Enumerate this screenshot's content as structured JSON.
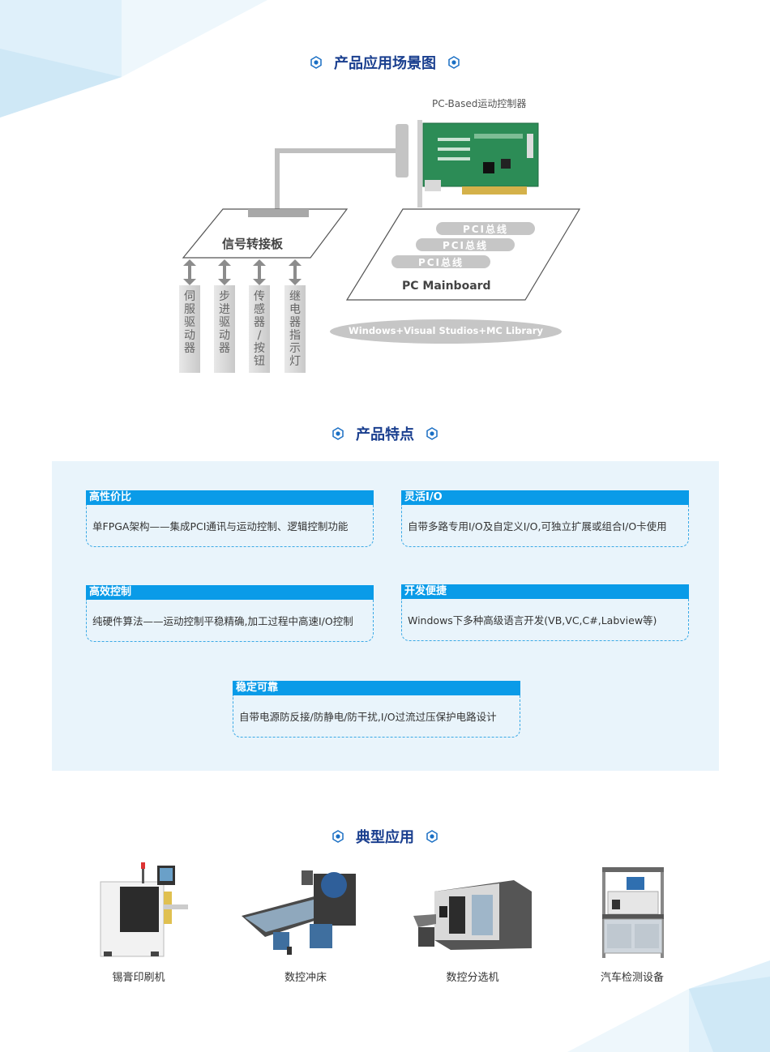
{
  "sections": {
    "scene_title": "产品应用场景图",
    "features_title": "产品特点",
    "apps_title": "典型应用"
  },
  "scene": {
    "card_caption": "PC-Based运动控制器",
    "adapter_label": "信号转接板",
    "mainboard_label": "PC Mainboard",
    "bus_labels": [
      "PCI总线",
      "PCI总线",
      "PCI总线"
    ],
    "software_label": "Windows+Visual Studios+MC Library",
    "devices": [
      [
        "伺",
        "服",
        "驱",
        "动",
        "器"
      ],
      [
        "步",
        "进",
        "驱",
        "动",
        "器"
      ],
      [
        "传",
        "感",
        "器",
        "/",
        "按",
        "钮"
      ],
      [
        "继",
        "电",
        "器",
        "指",
        "示",
        "灯"
      ]
    ]
  },
  "features": [
    {
      "title": "高性价比",
      "text": "单FPGA架构——集成PCI通讯与运动控制、逻辑控制功能"
    },
    {
      "title": "灵活I/O",
      "text": "自带多路专用I/O及自定义I/O,可独立扩展或组合I/O卡使用"
    },
    {
      "title": "高效控制",
      "text": "纯硬件算法——运动控制平稳精确,加工过程中高速I/O控制"
    },
    {
      "title": "开发便捷",
      "text": "Windows下多种高级语言开发(VB,VC,C#,Labview等)"
    },
    {
      "title": "稳定可靠",
      "text": "自带电源防反接/防静电/防干扰,I/O过流过压保护电路设计"
    }
  ],
  "apps": [
    {
      "label": "锡膏印刷机",
      "icon": "solder-paste-printer-image"
    },
    {
      "label": "数控冲床",
      "icon": "cnc-punch-image"
    },
    {
      "label": "数控分选机",
      "icon": "cnc-sorter-image"
    },
    {
      "label": "汽车检测设备",
      "icon": "auto-test-equipment-image"
    }
  ],
  "colors": {
    "title": "#1a3f8f",
    "accent": "#0a9be8",
    "panel": "#e9f4fb"
  }
}
